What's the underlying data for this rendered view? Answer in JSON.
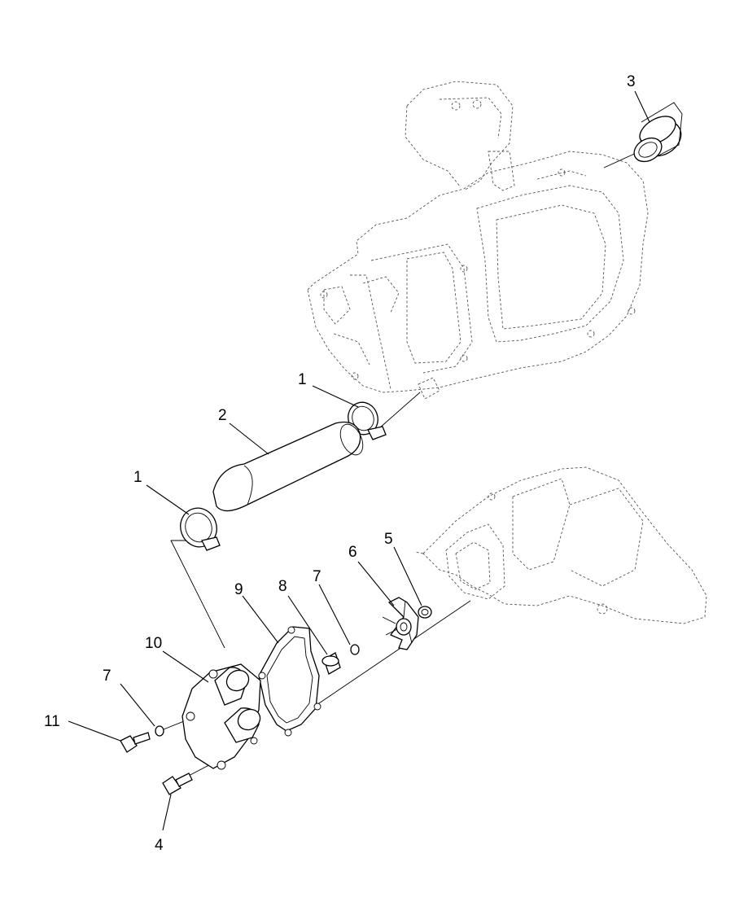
{
  "callouts": {
    "c1_upper": "1",
    "c1_lower": "1",
    "c2": "2",
    "c3": "3",
    "c4": "4",
    "c5": "5",
    "c6": "6",
    "c7_left": "7",
    "c7_mid": "7",
    "c8": "8",
    "c9": "9",
    "c10": "10",
    "c11": "11"
  }
}
